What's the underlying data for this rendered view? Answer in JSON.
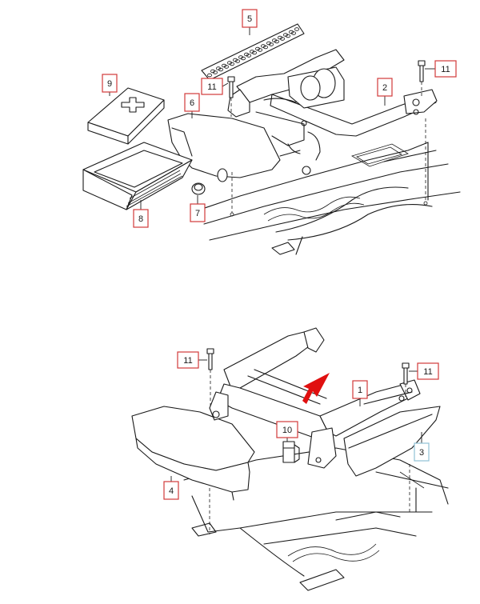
{
  "colors": {
    "callout_border": "#d23a3a",
    "callout_border_faded": "#8fc1d6",
    "callout_text_faded": "#8fc1d6",
    "arrow": "#e01010"
  },
  "callouts": [
    {
      "id": "c5",
      "label": "5"
    },
    {
      "id": "c9",
      "label": "9"
    },
    {
      "id": "c11a",
      "label": "11"
    },
    {
      "id": "c6",
      "label": "6"
    },
    {
      "id": "c2",
      "label": "2"
    },
    {
      "id": "c11b",
      "label": "11"
    },
    {
      "id": "c7",
      "label": "7"
    },
    {
      "id": "c8",
      "label": "8"
    },
    {
      "id": "c11c",
      "label": "11"
    },
    {
      "id": "c11d",
      "label": "11"
    },
    {
      "id": "c1",
      "label": "1"
    },
    {
      "id": "c10",
      "label": "10"
    },
    {
      "id": "c3",
      "label": "3"
    },
    {
      "id": "c4",
      "label": "4"
    }
  ]
}
